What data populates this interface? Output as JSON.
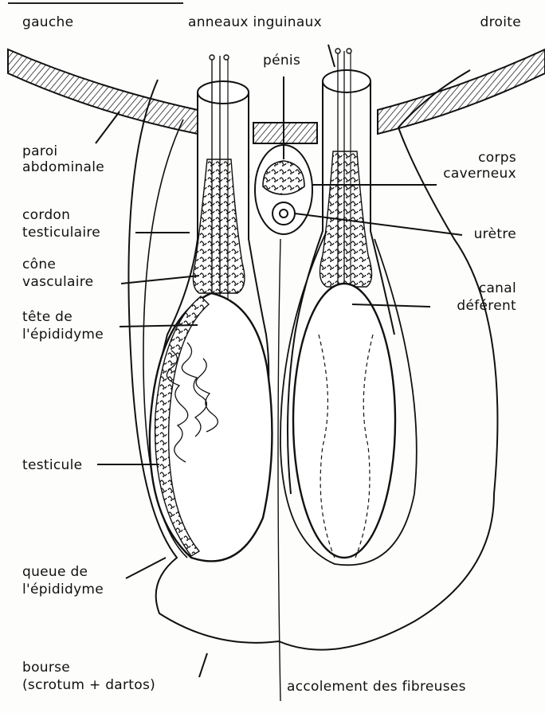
{
  "labels": {
    "gauche": "gauche",
    "droite": "droite",
    "anneaux": "anneaux inguinaux",
    "penis": "pénis",
    "paroi_1": "paroi",
    "paroi_2": "abdominale",
    "corps_1": "corps",
    "corps_2": "caverneux",
    "cordon_1": "cordon",
    "cordon_2": "testiculaire",
    "uretre": "urètre",
    "cone_1": "cône",
    "cone_2": "vasculaire",
    "canal_1": "canal",
    "canal_2": "déférent",
    "tete_1": "tête de",
    "tete_2": "l'épididyme",
    "testicule": "testicule",
    "queue_1": "queue de",
    "queue_2": "l'épididyme",
    "bourse_1": "bourse",
    "bourse_2": "(scrotum + dartos)",
    "accolement": "accolement des fibreuses"
  },
  "colors": {
    "ink": "#111111",
    "background": "#fdfdfb"
  }
}
